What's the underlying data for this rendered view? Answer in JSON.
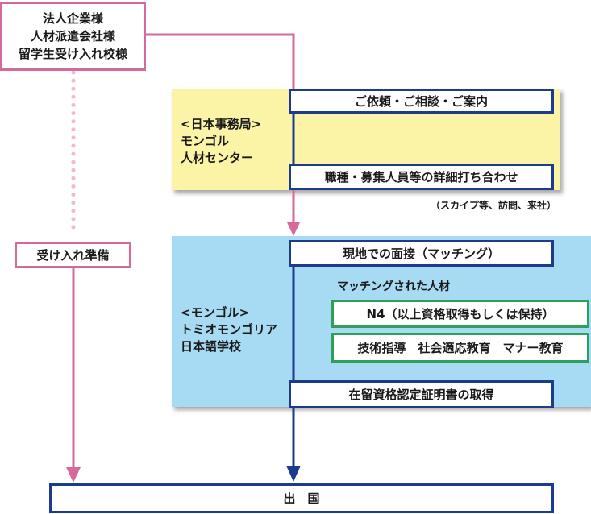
{
  "clients": {
    "lines": [
      "法人企業様",
      "人材派遣会社様",
      "留学生受け入れ校様"
    ]
  },
  "japan_office": {
    "lines": [
      "<日本事務局>",
      "モンゴル",
      "人材センター"
    ],
    "step1": "ご依頼・ご相談・ご案内",
    "step2": "職種・募集人員等の詳細打ち合わせ",
    "note": "（スカイプ等、訪問、来社）"
  },
  "prepare": "受け入れ準備",
  "mongolia_school": {
    "lines": [
      "<モンゴル>",
      "トミオモンゴリア",
      "日本語学校"
    ],
    "interview": "現地での面接（マッチング）",
    "matched_label": "マッチングされた人材",
    "skill1": "N4（以上資格取得もしくは保持）",
    "skill2": "技術指導　社会適応教育　マナー教育",
    "certificate": "在留資格認定証明書の取得"
  },
  "departure": "出　国",
  "colors": {
    "pink": "#d5699a",
    "pink_dotted": "#f2b9d1",
    "blue": "#1c3b8f",
    "green": "#2ea05a",
    "yellow_panel": "#fbf3a6",
    "blue_panel": "#a7dbf3"
  }
}
